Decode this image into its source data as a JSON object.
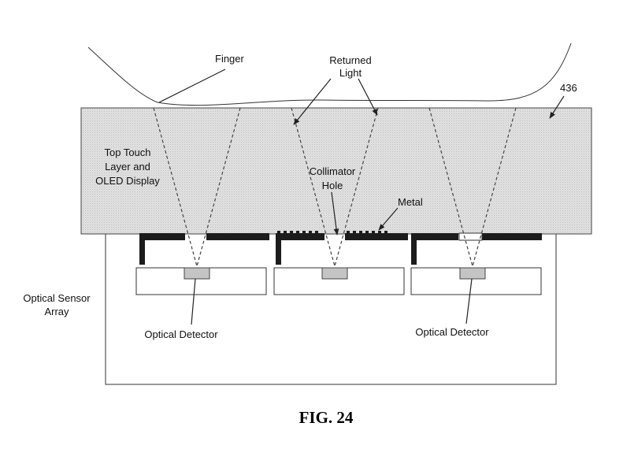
{
  "labels": {
    "finger": "Finger",
    "returned_light_1": "Returned",
    "returned_light_2": "Light",
    "ref_436": "436",
    "display_1": "Top Touch",
    "display_2": "Layer and",
    "display_3": "OLED Display",
    "collimator_1": "Collimator",
    "collimator_2": "Hole",
    "metal": "Metal",
    "sensor_array_1": "Optical Sensor",
    "sensor_array_2": "Array",
    "detector_left": "Optical Detector",
    "detector_right": "Optical Detector"
  },
  "caption": "FIG. 24",
  "colors": {
    "display_fill": "#d9d9d9",
    "metal": "#1c1c1c",
    "detector": "#c4c4c4",
    "stroke": "#333333"
  }
}
